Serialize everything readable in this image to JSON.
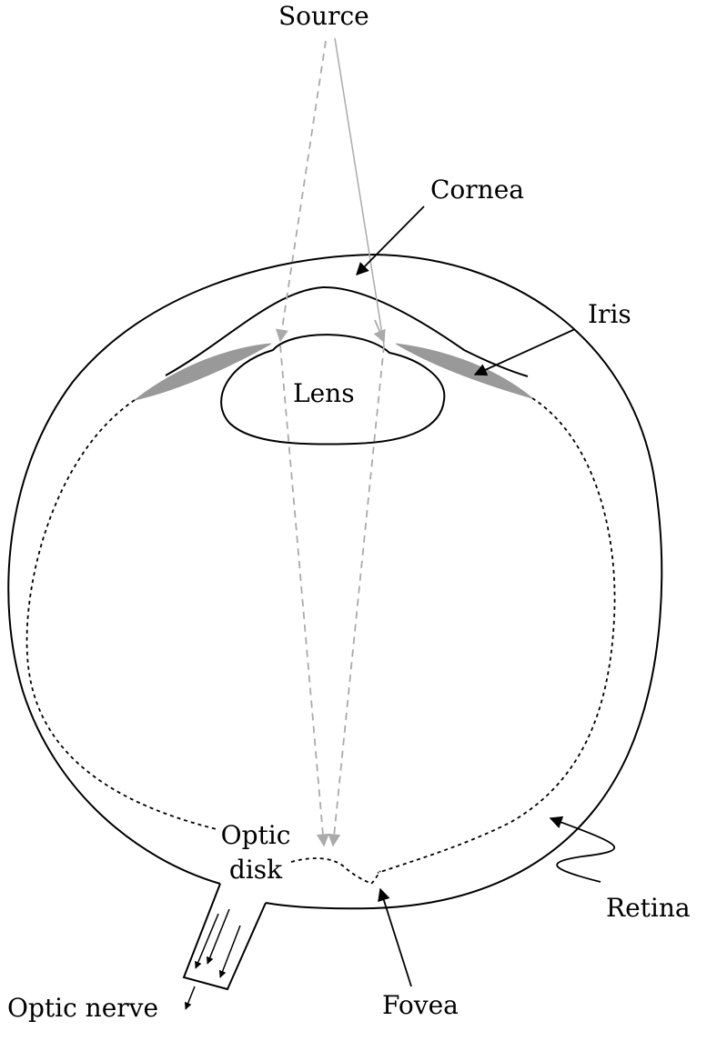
{
  "labels": {
    "source": "Source",
    "cornea": "Cornea",
    "iris": "Iris",
    "lens": "Lens",
    "optic_disk_line1": "Optic",
    "optic_disk_line2": "disk",
    "retina": "Retina",
    "fovea": "Fovea",
    "optic_nerve": "Optic nerve"
  },
  "colors": {
    "outline": "#000000",
    "light_ray": "#aaaaaa",
    "iris_fill": "#999999"
  }
}
